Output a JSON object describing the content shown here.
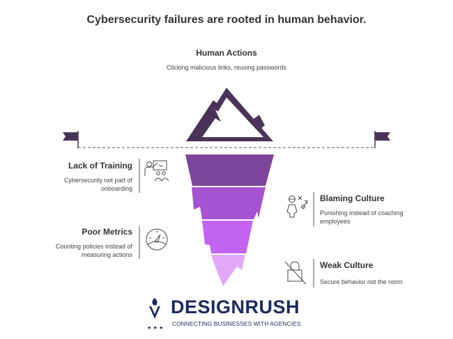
{
  "title": "Cybersecurity failures are rooted in human behavior.",
  "top": {
    "label": "Human Actions",
    "description": "Clicking malicious links, reusing passwords"
  },
  "left_items": [
    {
      "label": "Lack of Training",
      "description_line1": "Cybersecurity not part of",
      "description_line2": "onboarding",
      "icon": "training-presentation-icon"
    },
    {
      "label": "Poor Metrics",
      "description_line1": "Counting policies instead of",
      "description_line2": "measuring actions",
      "icon": "speedometer-icon"
    }
  ],
  "right_items": [
    {
      "label": "Blaming Culture",
      "description_line1": "Punishing instead of coaching",
      "description_line2": "employees",
      "icon": "blame-strategy-icon"
    },
    {
      "label": "Weak Culture",
      "description_line1": "Secure behavior not the norm",
      "description_line2": "",
      "icon": "lock-slash-icon"
    }
  ],
  "iceberg_layers": [
    {
      "color": "#7d449b"
    },
    {
      "color": "#a552d3"
    },
    {
      "color": "#c264f1"
    },
    {
      "color": "#e2a9fa"
    }
  ],
  "colors": {
    "mountain": "#4a3358",
    "flag": "#4a3358",
    "logo": "#1b2a5e"
  },
  "logo": {
    "name": "DESIGNRUSH",
    "tagline": "CONNECTING BUSINESSES WITH AGENCIES"
  }
}
